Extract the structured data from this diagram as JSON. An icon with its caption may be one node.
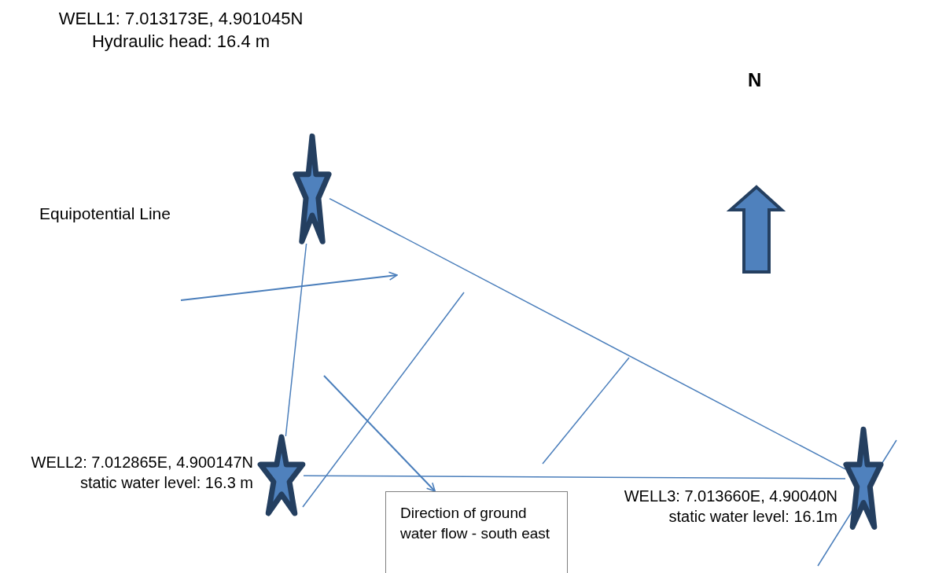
{
  "diagram": {
    "nodes": [
      {
        "text": [],
        "shape": "star",
        "beside": [
          "WELL1: 7.013173E, 4.901045N",
          "Hydraulic head: 16.4 m"
        ]
      },
      {
        "text": [],
        "shape": "star",
        "beside": [
          "WELL2: 7.012865E, 4.900147N",
          "static water level: 16.3 m"
        ]
      },
      {
        "text": [],
        "shape": "star",
        "beside": [
          "WELL3: 7.013660E, 4.90040N",
          "static water level: 16.1m"
        ]
      },
      {
        "text": [
          "Direction of ground water flow - south east"
        ]
      }
    ],
    "edges": [
      {
        "from": 0,
        "to": 1,
        "arrow": "none"
      },
      {
        "from": 0,
        "to": 2,
        "arrow": "none"
      },
      {
        "from": 1,
        "to": 2,
        "arrow": "none"
      },
      {
        "from": null,
        "to": 3,
        "arrow": "to"
      }
    ],
    "labels": [
      "N",
      "Equipotential Line"
    ]
  }
}
